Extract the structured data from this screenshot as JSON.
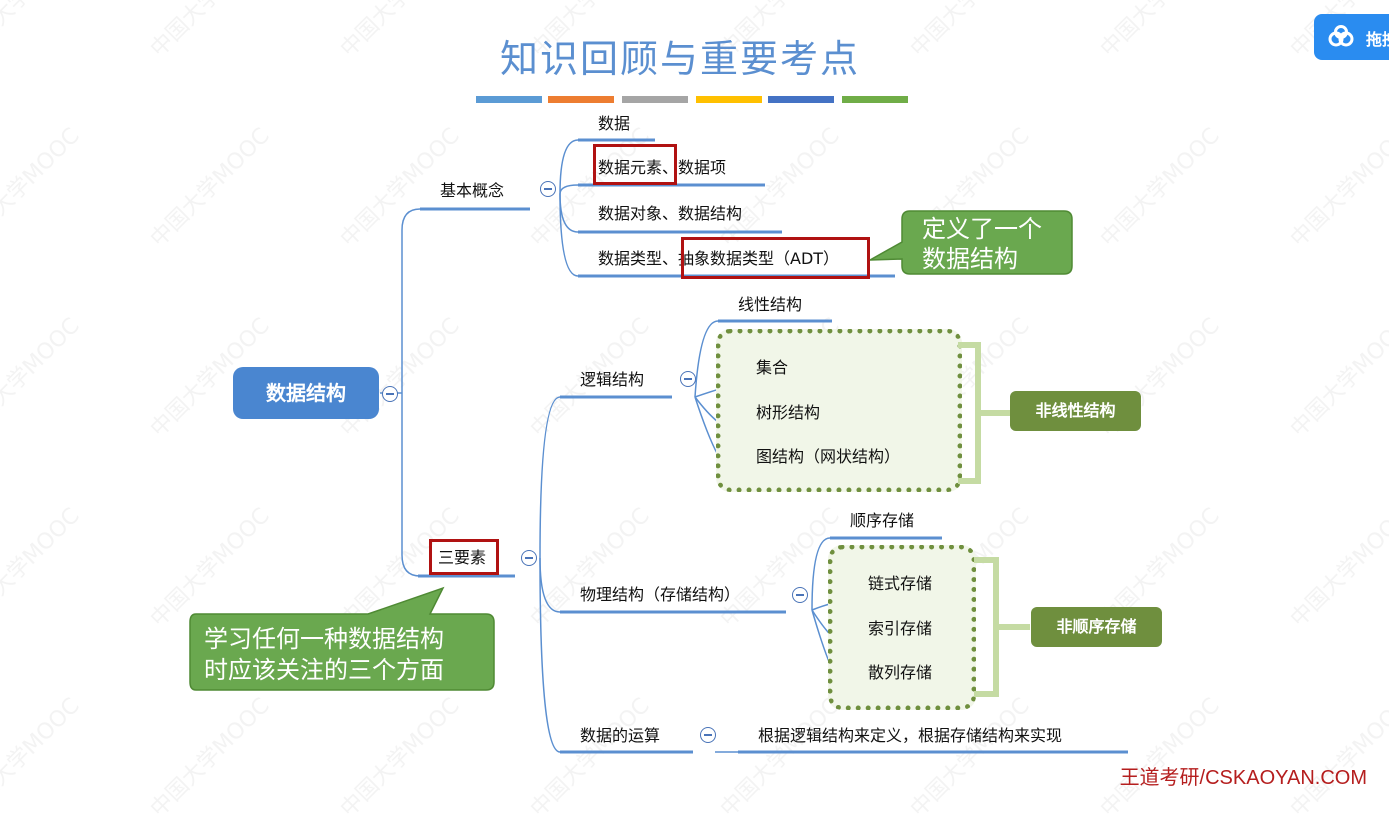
{
  "title": "知识回顾与重要考点",
  "root": "数据结构",
  "basic": {
    "label": "基本概念",
    "items": [
      "数据",
      "数据元素",
      "、数据项",
      "数据对象、数据结构",
      "数据类型、",
      "抽象数据类型（ADT）"
    ]
  },
  "three": {
    "label": "三要素",
    "logic": {
      "label": "逻辑结构",
      "linear": "线性结构",
      "nonlinear": [
        "集合",
        "树形结构",
        "图结构（网状结构）"
      ],
      "tag": "非线性结构"
    },
    "physical": {
      "label": "物理结构（存储结构）",
      "seq": "顺序存储",
      "nonseq": [
        "链式存储",
        "索引存储",
        "散列存储"
      ],
      "tag": "非顺序存储"
    },
    "ops": {
      "label": "数据的运算",
      "detail": "根据逻辑结构来定义，根据存储结构来实现"
    }
  },
  "callouts": {
    "adt_line1": "定义了一个",
    "adt_line2": "数据结构",
    "three_line1": "学习任何一种数据结构",
    "three_line2": "时应该关注的三个方面"
  },
  "brand": "王道考研/CSKAOYAN.COM",
  "cloud_button": "拖拽",
  "watermark": "中国大学MOOC",
  "colors": {
    "title": "#5b8fd0",
    "root": "#4a86d0",
    "branch": "#5b8fd0",
    "tag": "#6f8f3e",
    "callout": "#6aa84f",
    "highlight": "#b01212",
    "brand": "#b51e1e"
  }
}
